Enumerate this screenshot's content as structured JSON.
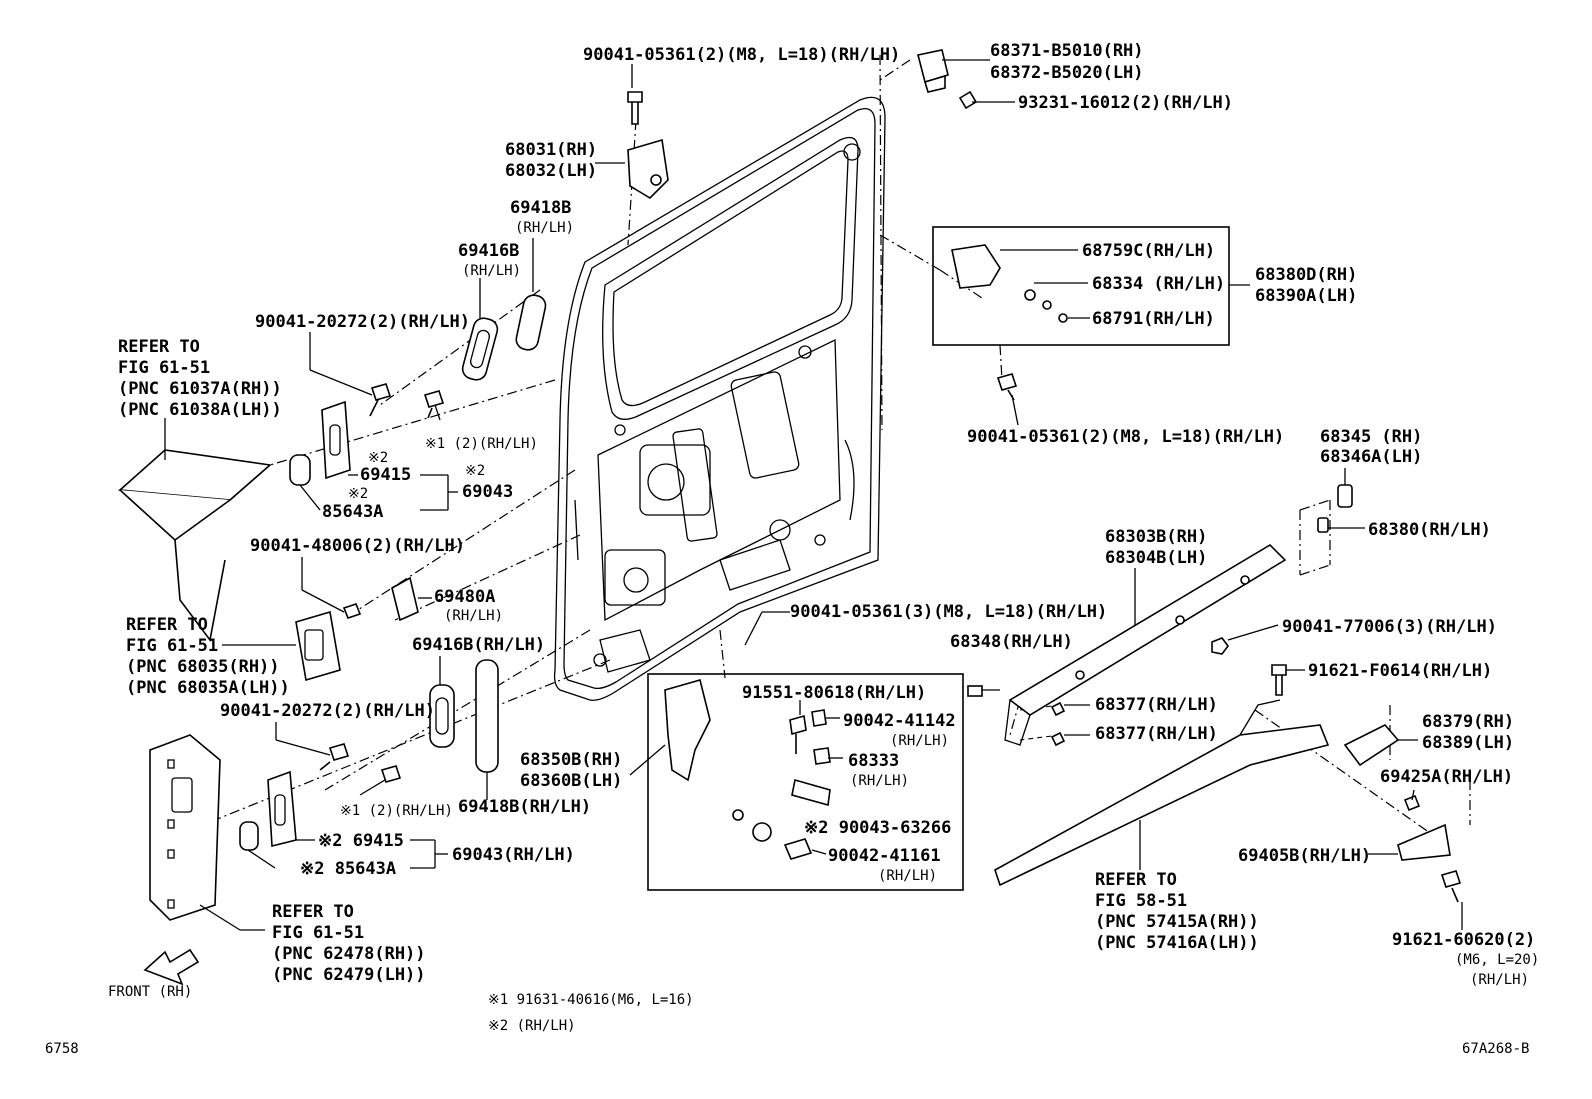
{
  "labels": {
    "l01": "90041-05361(2)(M8, L=18)(RH/LH)",
    "l02": "68371-B5010(RH)",
    "l03": "68372-B5020(LH)",
    "l04": "93231-16012(2)(RH/LH)",
    "l05": "68031(RH)",
    "l06": "68032(LH)",
    "l07": "69418B",
    "l08": "(RH/LH)",
    "l09": "69416B",
    "l10": "(RH/LH)",
    "l11": "90041-20272(2)(RH/LH)",
    "l12": "REFER TO",
    "l13": "FIG 61-51",
    "l14": "(PNC 61037A(RH))",
    "l15": "(PNC 61038A(LH))",
    "l16": "※1 (2)(RH/LH)",
    "l17": "※2",
    "l18": "69415",
    "l19": "※2",
    "l20": "69043",
    "l21": "※2",
    "l22": "85643A",
    "l23": "90041-48006(2)(RH/LH)",
    "l24": "69480A",
    "l25": "(RH/LH)",
    "l26": "REFER TO",
    "l27": "FIG 61-51",
    "l28": "(PNC 68035(RH))",
    "l29": "(PNC 68035A(LH))",
    "l30": "69416B(RH/LH)",
    "l31": "90041-20272(2)(RH/LH)",
    "l32": "※1 (2)(RH/LH)",
    "l33": "※2 69415",
    "l34": "※2 85643A",
    "l35": "69043(RH/LH)",
    "l36": "69418B(RH/LH)",
    "l37": "REFER TO",
    "l38": "FIG 61-51",
    "l39": "(PNC 62478(RH))",
    "l40": "(PNC 62479(LH))",
    "l41": "FRONT (RH)",
    "l42": "※1 91631-40616(M6, L=16)",
    "l43": "※2 (RH/LH)",
    "l44": "6758",
    "l45": "68759C(RH/LH)",
    "l46": "68334 (RH/LH)",
    "l47": "68791(RH/LH)",
    "l48": "68380D(RH)",
    "l49": "68390A(LH)",
    "l50": "90041-05361(2)(M8, L=18)(RH/LH)",
    "l51": "68345 (RH)",
    "l52": "68346A(LH)",
    "l53": "68380(RH/LH)",
    "l54": "68303B(RH)",
    "l55": "68304B(LH)",
    "l56": "90041-05361(3)(M8, L=18)(RH/LH)",
    "l57": "90041-77006(3)(RH/LH)",
    "l58": "91621-F0614(RH/LH)",
    "l59": "68348(RH/LH)",
    "l60": "68377(RH/LH)",
    "l61": "68377(RH/LH)",
    "l62": "68350B(RH)",
    "l63": "68360B(LH)",
    "l64": "91551-80618(RH/LH)",
    "l65": "90042-41142",
    "l66": "(RH/LH)",
    "l67": "68333",
    "l68": "(RH/LH)",
    "l69": "※2 90043-63266",
    "l70": "90042-41161",
    "l71": "(RH/LH)",
    "l72": "68379(RH)",
    "l73": "68389(LH)",
    "l74": "69425A(RH/LH)",
    "l75": "69405B(RH/LH)",
    "l76": "REFER TO",
    "l77": "FIG 58-51",
    "l78": "(PNC 57415A(RH))",
    "l79": "(PNC 57416A(LH))",
    "l80": "91621-60620(2)",
    "l81": "(M6, L=20)",
    "l82": "(RH/LH)",
    "l83": "67A268-B"
  }
}
